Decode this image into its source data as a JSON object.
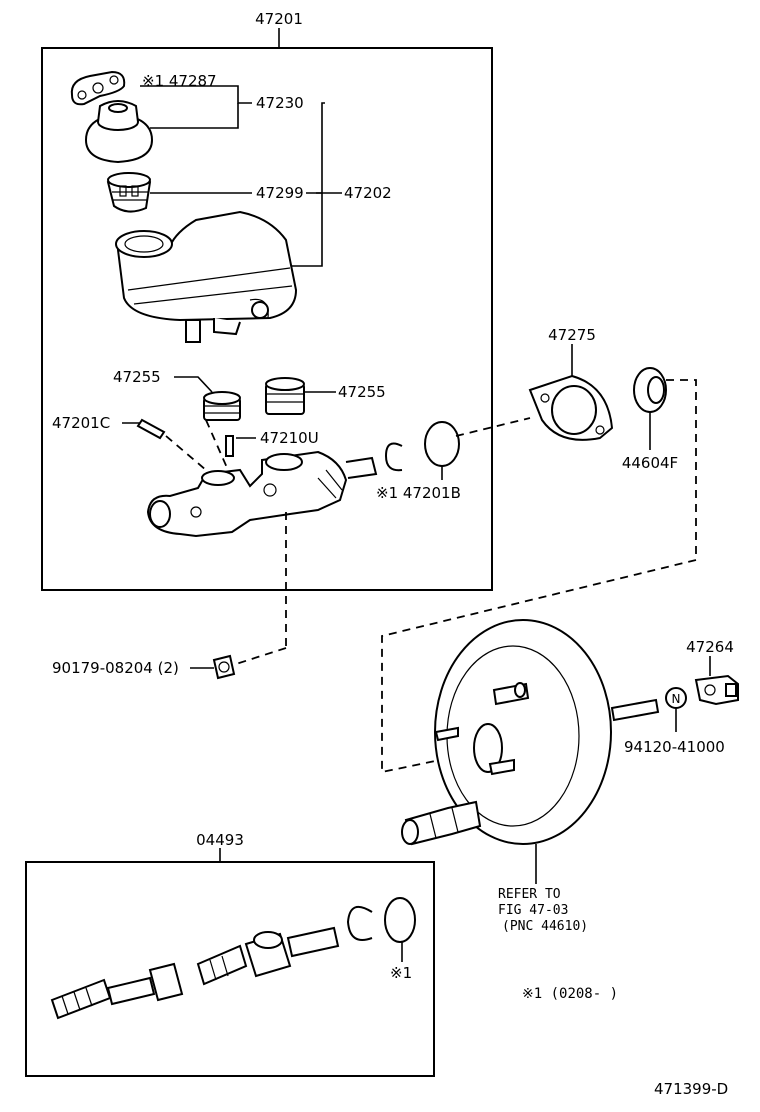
{
  "labels": {
    "assembly_47201": "47201",
    "p47287": "※1 47287",
    "p47230": "47230",
    "p47299": "47299",
    "p47202": "47202",
    "p47255_left": "47255",
    "p47255_right": "47255",
    "p47201C": "47201C",
    "p47210U": "47210U",
    "p47201B": "※1  47201B",
    "p47275": "47275",
    "p44604F": "44604F",
    "p90179": "90179-08204 (2)",
    "p47264": "47264",
    "p94120": "94120-41000",
    "n_symbol": "N",
    "refer_line1": "REFER TO",
    "refer_line2": "FIG 47-03",
    "refer_line3": "(PNC 44610)",
    "kit_04493": "04493",
    "kit_mark": "※1",
    "footnote": "※1  (0208-      )",
    "figure_code": "471399-D"
  }
}
